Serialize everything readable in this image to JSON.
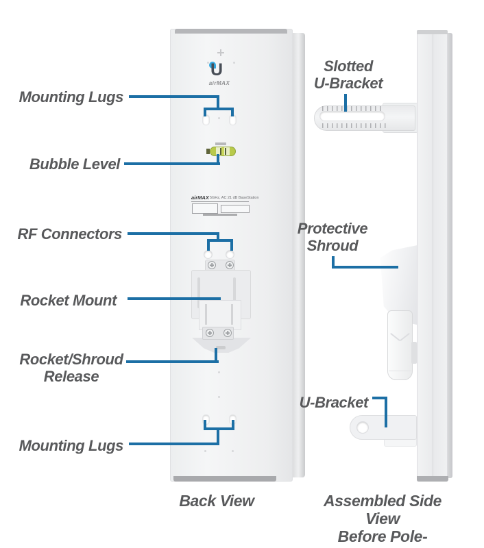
{
  "colors": {
    "accent": "#1c6fa5",
    "label": "#58595b",
    "logo_blue": "#34a8e0",
    "level_green": "#c2d44e"
  },
  "labels": {
    "mounting_lugs_top": "Mounting Lugs",
    "bubble_level": "Bubble Level",
    "rf_connectors": "RF Connectors",
    "rocket_mount": "Rocket Mount",
    "rocket_shroud_release_line1": "Rocket/Shroud",
    "rocket_shroud_release_line2": "Release",
    "mounting_lugs_bottom": "Mounting Lugs",
    "slotted_u_bracket_line1": "Slotted",
    "slotted_u_bracket_line2": "U-Bracket",
    "protective_shroud_line1": "Protective",
    "protective_shroud_line2": "Shroud",
    "u_bracket": "U-Bracket"
  },
  "captions": {
    "back_view": "Back View",
    "side_view_line1": "Assembled Side View",
    "side_view_line2": "Before Pole-Mounting"
  },
  "device": {
    "logo_letter": "U",
    "logo_brand": "airMAX",
    "sticker_brand": "airMAX",
    "sticker_title": "5GHz, AC 21 dB BaseStation"
  }
}
